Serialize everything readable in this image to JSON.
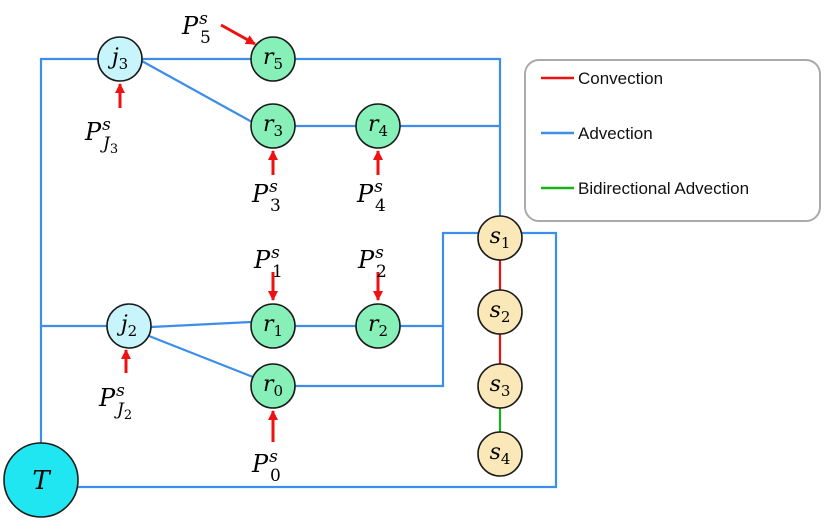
{
  "colors": {
    "convection": "#ee1111",
    "advection": "#3d8ee8",
    "bidirectional": "#19b019",
    "arrow": "#ee1111",
    "junction_fill": "#c8f4fb",
    "room_fill": "#86f0b8",
    "storage_fill": "#fbe8b8",
    "tank_fill": "#1fe6f0",
    "legend_border": "#aaaaaa"
  },
  "nodes": [
    {
      "id": "j3",
      "kind": "junction",
      "base": "j",
      "sub": "3"
    },
    {
      "id": "j2",
      "kind": "junction",
      "base": "j",
      "sub": "2"
    },
    {
      "id": "r5",
      "kind": "room",
      "base": "r",
      "sub": "5"
    },
    {
      "id": "r3",
      "kind": "room",
      "base": "r",
      "sub": "3"
    },
    {
      "id": "r4",
      "kind": "room",
      "base": "r",
      "sub": "4"
    },
    {
      "id": "r1",
      "kind": "room",
      "base": "r",
      "sub": "1"
    },
    {
      "id": "r2",
      "kind": "room",
      "base": "r",
      "sub": "2"
    },
    {
      "id": "r0",
      "kind": "room",
      "base": "r",
      "sub": "0"
    },
    {
      "id": "s1",
      "kind": "storage",
      "base": "s",
      "sub": "1"
    },
    {
      "id": "s2",
      "kind": "storage",
      "base": "s",
      "sub": "2"
    },
    {
      "id": "s3",
      "kind": "storage",
      "base": "s",
      "sub": "3"
    },
    {
      "id": "s4",
      "kind": "storage",
      "base": "s",
      "sub": "4"
    },
    {
      "id": "T",
      "kind": "tank",
      "base": "T",
      "sub": ""
    }
  ],
  "inputs": [
    {
      "id": "P5",
      "target": "r5",
      "base": "P",
      "sup": "s",
      "sub": "5"
    },
    {
      "id": "PJ3",
      "target": "j3",
      "base": "P",
      "sup": "s",
      "sub": "J",
      "subsub": "3"
    },
    {
      "id": "P3",
      "target": "r3",
      "base": "P",
      "sup": "s",
      "sub": "3"
    },
    {
      "id": "P4",
      "target": "r4",
      "base": "P",
      "sup": "s",
      "sub": "4"
    },
    {
      "id": "P1",
      "target": "r1",
      "base": "P",
      "sup": "s",
      "sub": "1"
    },
    {
      "id": "P2",
      "target": "r2",
      "base": "P",
      "sup": "s",
      "sub": "2"
    },
    {
      "id": "PJ2",
      "target": "j2",
      "base": "P",
      "sup": "s",
      "sub": "J",
      "subsub": "2"
    },
    {
      "id": "P0",
      "target": "r0",
      "base": "P",
      "sup": "s",
      "sub": "0"
    }
  ],
  "edges": [
    {
      "type": "advection",
      "from": "T",
      "to": "j3"
    },
    {
      "type": "advection",
      "from": "T",
      "to": "j2"
    },
    {
      "type": "advection",
      "from": "j3",
      "to": "r5"
    },
    {
      "type": "advection",
      "from": "j3",
      "to": "r3"
    },
    {
      "type": "advection",
      "from": "r3",
      "to": "r4"
    },
    {
      "type": "advection",
      "from": "r5",
      "to": "s1"
    },
    {
      "type": "advection",
      "from": "r4",
      "to": "s1"
    },
    {
      "type": "advection",
      "from": "j2",
      "to": "r1"
    },
    {
      "type": "advection",
      "from": "j2",
      "to": "r0"
    },
    {
      "type": "advection",
      "from": "r1",
      "to": "r2"
    },
    {
      "type": "advection",
      "from": "r2",
      "to": "s1"
    },
    {
      "type": "advection",
      "from": "r0",
      "to": "s1"
    },
    {
      "type": "advection",
      "from": "s1",
      "to": "T"
    },
    {
      "type": "convection",
      "from": "s1",
      "to": "s2"
    },
    {
      "type": "convection",
      "from": "s2",
      "to": "s3"
    },
    {
      "type": "bidirectional",
      "from": "s3",
      "to": "s4"
    }
  ],
  "legend": {
    "items": [
      {
        "type": "convection",
        "label": "Convection"
      },
      {
        "type": "advection",
        "label": "Advection"
      },
      {
        "type": "bidirectional",
        "label": "Bidirectional Advection"
      }
    ]
  }
}
